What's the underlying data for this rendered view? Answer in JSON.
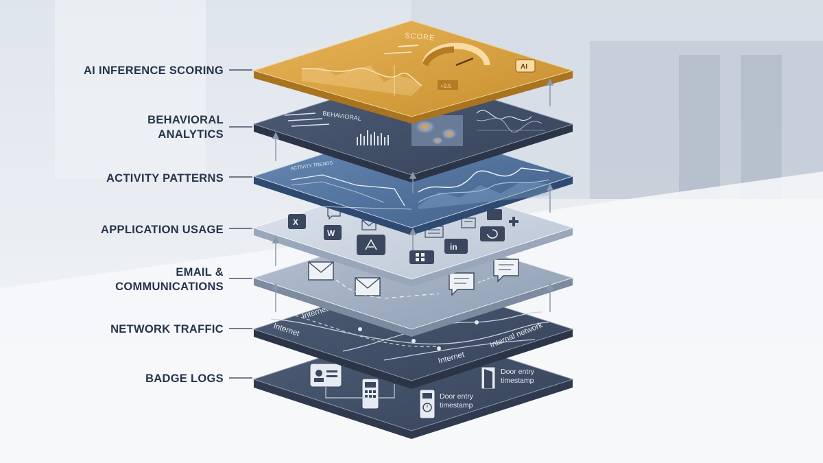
{
  "layers": [
    {
      "label_lines": [
        "AI INFERENCE SCORING"
      ]
    },
    {
      "label_lines": [
        "BEHAVIORAL",
        "ANALYTICS"
      ]
    },
    {
      "label_lines": [
        "ACTIVITY PATTERNS"
      ]
    },
    {
      "label_lines": [
        "APPLICATION USAGE"
      ]
    },
    {
      "label_lines": [
        "EMAIL &",
        "COMMUNICATIONS"
      ]
    },
    {
      "label_lines": [
        "NETWORK TRAFFIC"
      ]
    },
    {
      "label_lines": [
        "BADGE LOGS"
      ]
    }
  ],
  "panel_text": {
    "score": "SCORE",
    "score_value": "+0.5",
    "ai_badge": "AI",
    "behavioral": "BEHAVIORAL",
    "activity_trends": "ACTIVITY TRENDS",
    "internet_a": "Internet",
    "internet_b": "Internet",
    "internet_c": "Internet",
    "internal_network": "Internal network",
    "door_entry_1_line1": "Door entry",
    "door_entry_1_line2": "timestamp",
    "door_entry_2_line1": "Door entry",
    "door_entry_2_line2": "timestamp"
  },
  "colors": {
    "score_layer": "#d9a23e",
    "dark_layer": "#3d4a63",
    "blue_layer": "#4a6b95",
    "light_layer": "#c5cfdc",
    "mid_layer": "#9fadc2",
    "label_text": "#26344a"
  },
  "icons": [
    "excel-icon",
    "word-icon",
    "chat-icon",
    "email-icon",
    "document-icon",
    "pdf-icon",
    "linkedin-icon",
    "refresh-icon",
    "slack-icon",
    "grid-icon",
    "id-card-icon",
    "keypad-reader-icon",
    "door-icon",
    "clock-reader-icon",
    "speech-bubble-icon"
  ]
}
